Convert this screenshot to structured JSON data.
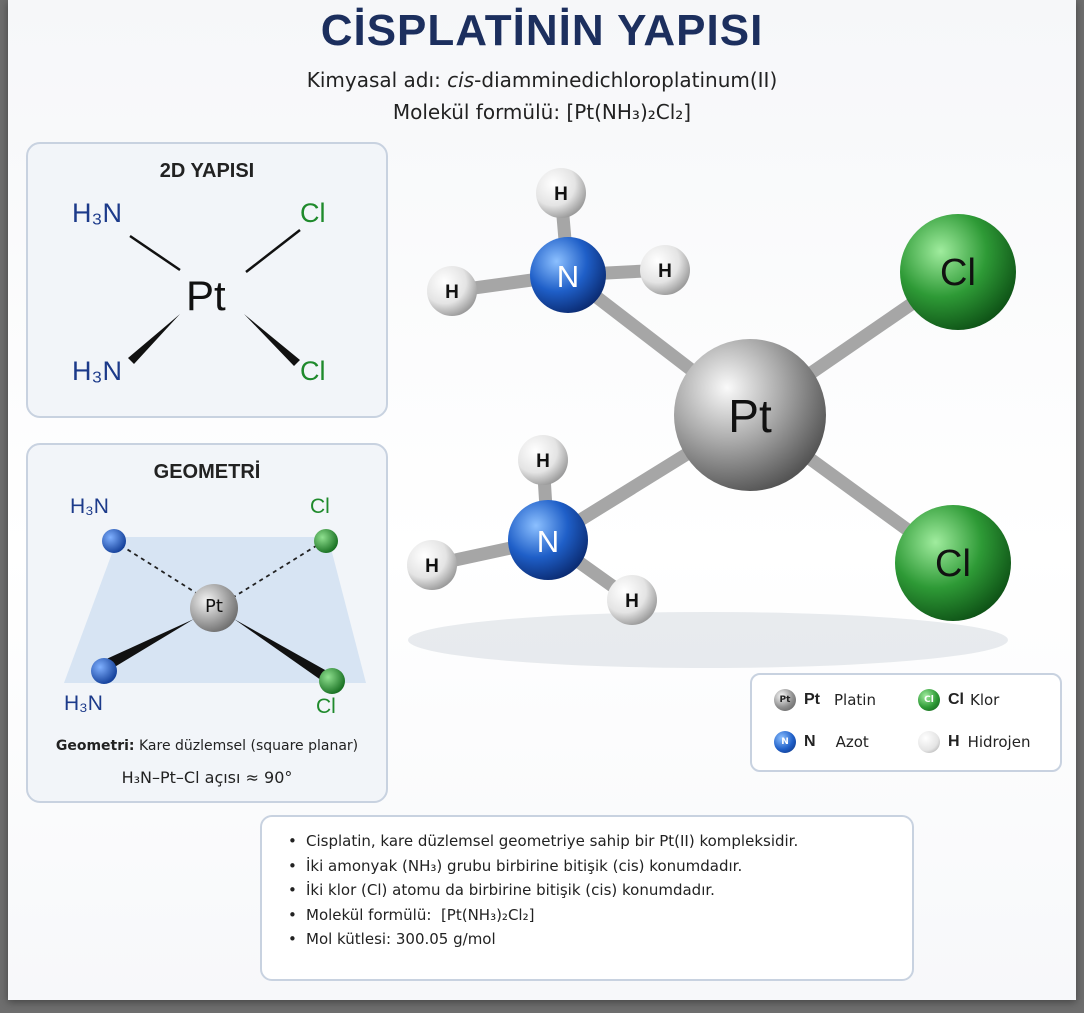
{
  "header": {
    "title": "CİSPLATİNİN YAPISI",
    "subtitle_prefix": "Kimyasal adı: ",
    "subtitle_italic": "cis",
    "subtitle_rest": "-diamminedichloroplatinum(II)",
    "formula_label": "Molekül formülü: ",
    "formula": "[Pt(NH₃)₂Cl₂]"
  },
  "panel_2d": {
    "title": "2D YAPISI",
    "center": "Pt",
    "top_left": "H₃N",
    "bottom_left": "H₃N",
    "top_right": "Cl",
    "bottom_right": "Cl"
  },
  "panel_geo": {
    "title": "GEOMETRİ",
    "center": "Pt",
    "top_left": "H₃N",
    "bottom_left": "H₃N",
    "top_right": "Cl",
    "bottom_right": "Cl",
    "geometry_label": "Geometri:",
    "geometry_value": " Kare düzlemsel (square planar)",
    "angle_text": "H₃N–Pt–Cl açısı ≈ 90°"
  },
  "model_3d": {
    "center": "Pt",
    "nitrogen": "N",
    "hydrogen": "H",
    "chlorine": "Cl"
  },
  "legend": {
    "items": [
      {
        "symbol": "Pt",
        "name": "Platin",
        "color": "#8e8e8e",
        "badge": "Pt"
      },
      {
        "symbol": "Cl",
        "name": "Klor",
        "color": "#2e9a36",
        "badge": "Cl"
      },
      {
        "symbol": "N",
        "name": "Azot",
        "color": "#1f5fc8",
        "badge": "N"
      },
      {
        "symbol": "H",
        "name": "Hidrojen",
        "color": "#e6e6e6",
        "badge": ""
      }
    ]
  },
  "notes": {
    "n1": "Cisplatin, kare düzlemsel geometriye sahip bir Pt(II) kompleksidir.",
    "n2": "İki amonyak (NH₃) grubu birbirine bitişik (cis) konumdadır.",
    "n3": "İki klor (Cl) atomu da birbirine bitişik (cis) konumdadır.",
    "n4_label": "Molekül formülü:",
    "n4_value": "[Pt(NH₃)₂Cl₂]",
    "n5": "Mol kütlesi: 300.05 g/mol"
  },
  "colors": {
    "title": "#1c2f5e",
    "nitrogen": "#1f5fc8",
    "chlorine": "#2e9a36",
    "platinum": "#8e8e8e",
    "hydrogen": "#e6e6e6"
  }
}
